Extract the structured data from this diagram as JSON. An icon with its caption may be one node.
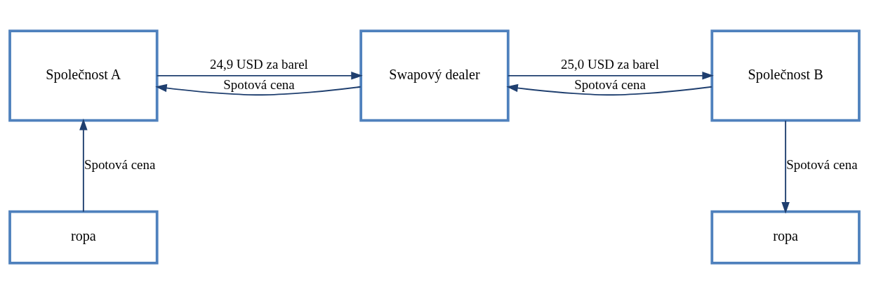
{
  "diagram": {
    "nodes": [
      {
        "text": [
          "Společnost A"
        ]
      },
      {
        "text": [
          "Swapový dealer"
        ]
      },
      {
        "text": [
          "Společnost B"
        ]
      },
      {
        "text": [
          "ropa"
        ]
      },
      {
        "text": [
          "ropa"
        ]
      }
    ],
    "edges": [
      {
        "from": 1,
        "to": 0,
        "arrow": "to",
        "label": "Spotová cena"
      },
      {
        "from": 0,
        "to": 1,
        "arrow": "to",
        "label": "24,9 USD za barel"
      },
      {
        "from": 2,
        "to": 1,
        "arrow": "to",
        "label": "Spotová cena"
      },
      {
        "from": 1,
        "to": 2,
        "arrow": "to",
        "label": "25,0 USD za barel"
      },
      {
        "from": 3,
        "to": 0,
        "arrow": "to",
        "label": "Spotová cena"
      },
      {
        "from": 2,
        "to": 4,
        "arrow": "to",
        "label": "Spotová cena"
      }
    ]
  }
}
